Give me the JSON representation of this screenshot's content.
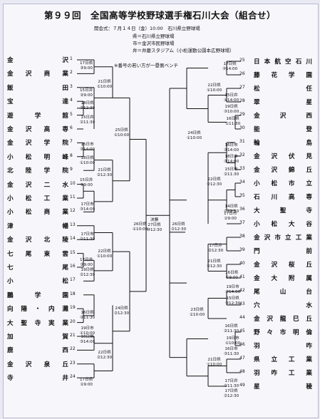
{
  "title": "第９９回　全国高等学校野球選手権石川大会（組合せ）",
  "info": {
    "opening": "開会式：７月１４日（金）10:00　石川県立野球場",
    "venue1": "県＝石川県立野球場",
    "venue2": "市＝金沢市民野球場",
    "venue3": "弁＝弁慶スタジアム（小松運動公園本広野球場）",
    "seed_note": "※番号の若い方が一塁側ベンチ"
  },
  "left_teams": [
    {
      "no": "1",
      "name": "金沢"
    },
    {
      "no": "2",
      "name": "金沢商業"
    },
    {
      "no": "3",
      "name": "飯田"
    },
    {
      "no": "4",
      "name": "宝達"
    },
    {
      "no": "5",
      "name": "遊学館"
    },
    {
      "no": "6",
      "name": "金沢高専"
    },
    {
      "no": "7",
      "name": "金沢学院"
    },
    {
      "no": "8",
      "name": "小松明峰"
    },
    {
      "no": "9",
      "name": "北陸学院"
    },
    {
      "no": "10",
      "name": "金沢二水"
    },
    {
      "no": "11",
      "name": "小松工業"
    },
    {
      "no": "12",
      "name": "小松商業"
    },
    {
      "no": "13",
      "name": "津幡"
    },
    {
      "no": "14",
      "name": "金沢北陵"
    },
    {
      "no": "15",
      "name": "七尾東雲"
    },
    {
      "no": "16",
      "name": "七尾"
    },
    {
      "no": "17",
      "name": "小松"
    },
    {
      "no": "18",
      "name": "鵬学園"
    },
    {
      "no": "19",
      "name": "向陽・内灘"
    },
    {
      "no": "20",
      "name": "大聖寺実業"
    },
    {
      "no": "21",
      "name": "加賀"
    },
    {
      "no": "22",
      "name": "鹿西"
    },
    {
      "no": "23",
      "name": "金沢泉丘"
    },
    {
      "no": "24",
      "name": "寺井"
    }
  ],
  "right_teams": [
    {
      "no": "25",
      "name": "日本航空石川"
    },
    {
      "no": "26",
      "name": "藤花学園"
    },
    {
      "no": "27",
      "name": "松任"
    },
    {
      "no": "28",
      "name": "翠星"
    },
    {
      "no": "29",
      "name": "金沢西"
    },
    {
      "no": "30",
      "name": "能登"
    },
    {
      "no": "31",
      "name": "輪島"
    },
    {
      "no": "32",
      "name": "金沢伏見"
    },
    {
      "no": "33",
      "name": "金沢錦丘"
    },
    {
      "no": "34",
      "name": "小松市立"
    },
    {
      "no": "35",
      "name": "石川高専"
    },
    {
      "no": "36",
      "name": "大聖寺"
    },
    {
      "no": "37",
      "name": "小松大谷"
    },
    {
      "no": "38",
      "name": "金沢市立工業"
    },
    {
      "no": "39",
      "name": "門前"
    },
    {
      "no": "40",
      "name": "金沢桜丘"
    },
    {
      "no": "41",
      "name": "金大附属"
    },
    {
      "no": "42",
      "name": "尾山台"
    },
    {
      "no": "43",
      "name": "穴水"
    },
    {
      "no": "44",
      "name": "金沢龍巳丘"
    },
    {
      "no": "45",
      "name": "野々市明倫"
    },
    {
      "no": "46",
      "name": "羽咋"
    },
    {
      "no": "47",
      "name": "県立工業"
    },
    {
      "no": "48",
      "name": "羽咋工業"
    },
    {
      "no": "49",
      "name": "星稜"
    }
  ],
  "matches": [
    {
      "id": "L17a",
      "text": "17日県\n③9:00"
    },
    {
      "id": "L15a",
      "text": "15日弁\n②9:00"
    },
    {
      "id": "L21a",
      "text": "21日県\n①10:00"
    },
    {
      "id": "L18a",
      "text": "18日県\n③12:30"
    },
    {
      "id": "L15b",
      "text": "15日弁\n②11:30"
    },
    {
      "id": "L25",
      "text": "25日県\n①10:00"
    },
    {
      "id": "L15c",
      "text": "15日市\n③14:00"
    },
    {
      "id": "L18b",
      "text": "18日県\n①10:00"
    },
    {
      "id": "L15d",
      "text": "15日弁\n③9:00"
    },
    {
      "id": "L21b",
      "text": "21日県\n②12:30"
    },
    {
      "id": "L17b",
      "text": "17日市\n③14:00"
    },
    {
      "id": "L26",
      "text": "26日県\n①10:00"
    },
    {
      "id": "F",
      "text": "決勝\n27日県\n⑩12:30"
    },
    {
      "id": "R26",
      "text": "26日県\n②12:30"
    },
    {
      "id": "L17c",
      "text": "17日市\n②11:30"
    },
    {
      "id": "L22a",
      "text": "22日県\n①10:00"
    },
    {
      "id": "L17d",
      "text": "17日弁\n③9:00"
    },
    {
      "id": "L19a",
      "text": "19日県\n②12:30"
    },
    {
      "id": "L24",
      "text": "24日県\n②12:30"
    },
    {
      "id": "L16a",
      "text": "16日県\n③11:30"
    },
    {
      "id": "L19b",
      "text": "19日市\n①10:00"
    },
    {
      "id": "L16b",
      "text": "16日県\n③14:00"
    },
    {
      "id": "L22b",
      "text": "22日県\n②12:30"
    },
    {
      "id": "L17e",
      "text": "17日県\n①9:00"
    },
    {
      "id": "R17a",
      "text": "17日県\n③14:00"
    },
    {
      "id": "R22a",
      "text": "22日県\n①10:00"
    },
    {
      "id": "R15a",
      "text": "15日弁\n①14:00"
    },
    {
      "id": "R19a",
      "text": "19日県\n③10:00"
    },
    {
      "id": "R16a",
      "text": "16日県\n①11:30"
    },
    {
      "id": "R24",
      "text": "24日県\n①10:00"
    },
    {
      "id": "R16b",
      "text": "16日市\n③14:00"
    },
    {
      "id": "R18a",
      "text": "18日市\n③14:00"
    },
    {
      "id": "R15b",
      "text": "15日市\n②11:30"
    },
    {
      "id": "R22b",
      "text": "22日県\n②12:30"
    },
    {
      "id": "R14a",
      "text": "14日県\n②12:30"
    },
    {
      "id": "R17b",
      "text": "17日市\n①9:00"
    },
    {
      "id": "R17c",
      "text": "17日弁\n②12:30"
    },
    {
      "id": "R21a",
      "text": "21日県\n②12:30"
    },
    {
      "id": "R16c",
      "text": "16日県\n①9:00"
    },
    {
      "id": "R19b",
      "text": "19日市\n③14:00"
    },
    {
      "id": "R15c",
      "text": "15日県\n③12:30"
    },
    {
      "id": "R23",
      "text": "23日県\n①10:00"
    },
    {
      "id": "R16d",
      "text": "16日県\n②11:30"
    },
    {
      "id": "R19c",
      "text": "19日市\n①10:00"
    },
    {
      "id": "R16e",
      "text": "16日市\n③11:30"
    },
    {
      "id": "R21b",
      "text": "21日県\n①10:00"
    },
    {
      "id": "R17d",
      "text": "17日弁\n②11:30"
    },
    {
      "id": "R17e",
      "text": "17日県\n②12:30"
    }
  ],
  "colors": {
    "line": "#111111",
    "ink": "#111111",
    "paper": "#f7f7fb"
  }
}
